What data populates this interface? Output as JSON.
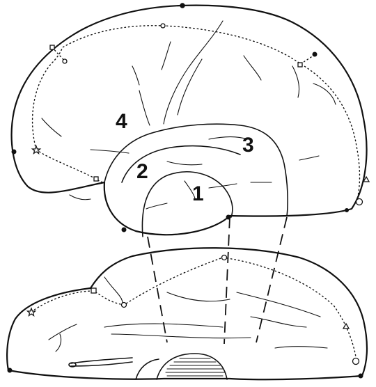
{
  "labels": {
    "one": "1",
    "two": "2",
    "three": "3",
    "four": "4"
  },
  "colors": {
    "ink": "#111111",
    "paper": "#ffffff"
  }
}
